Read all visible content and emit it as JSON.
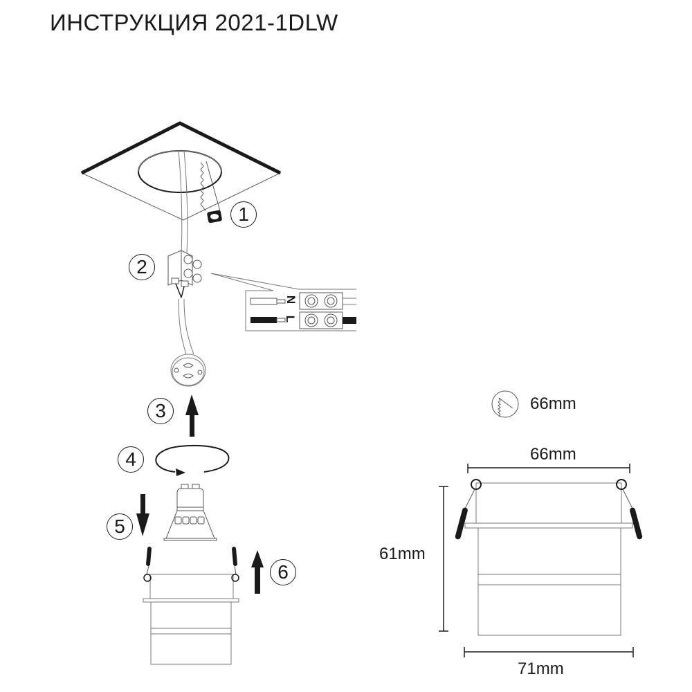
{
  "title": "ИНСТРУКЦИЯ 2021-1DLW",
  "steps": [
    {
      "number": "1",
      "description": "cut-out-hole-in-ceiling"
    },
    {
      "number": "2",
      "description": "connect-wires-terminal-block"
    },
    {
      "number": "3",
      "description": "push-socket-up"
    },
    {
      "number": "4",
      "description": "rotate-to-lock"
    },
    {
      "number": "5",
      "description": "insert-lamp-down"
    },
    {
      "number": "6",
      "description": "push-fixture-up-into-ceiling"
    }
  ],
  "wiring": {
    "neutral_label": "N",
    "live_label": "L"
  },
  "dimensions": {
    "cutout": "66mm",
    "top_width": "66mm",
    "height": "61mm",
    "bottom_width": "71mm"
  },
  "icons": {
    "cutout_icon": "saw-cutout-icon"
  },
  "colors": {
    "ink": "#1a1a1a",
    "line": "#555555",
    "background": "#ffffff"
  }
}
